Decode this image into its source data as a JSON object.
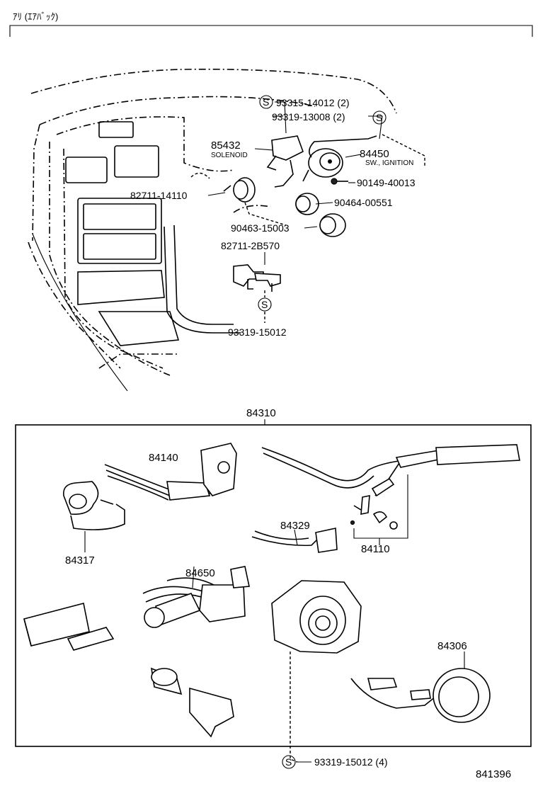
{
  "header": {
    "title": "ｱﾘ (ｴｱﾊﾞｯｸ)",
    "figure_number": "841396"
  },
  "top_section": {
    "callouts": {
      "p93315": "93315-14012 (2)",
      "p93319a": "93319-13008 (2)",
      "p85432": "85432",
      "solenoid": "SOLENOID",
      "p84450": "84450",
      "sw_ignition": "SW., IGNITION",
      "p82711a": "82711-14110",
      "p90149": "90149-40013",
      "p90464": "90464-00551",
      "p90463": "90463-15003",
      "p82711b": "82711-2B570",
      "p93319b": "93319-15012",
      "s_mark": "S"
    }
  },
  "bottom_section": {
    "assembly": "84310",
    "callouts": {
      "p84140": "84140",
      "p84317": "84317",
      "p84329": "84329",
      "p84110": "84110",
      "p84650": "84650",
      "p84306": "84306",
      "p93319c": "93319-15012 (4)"
    }
  }
}
